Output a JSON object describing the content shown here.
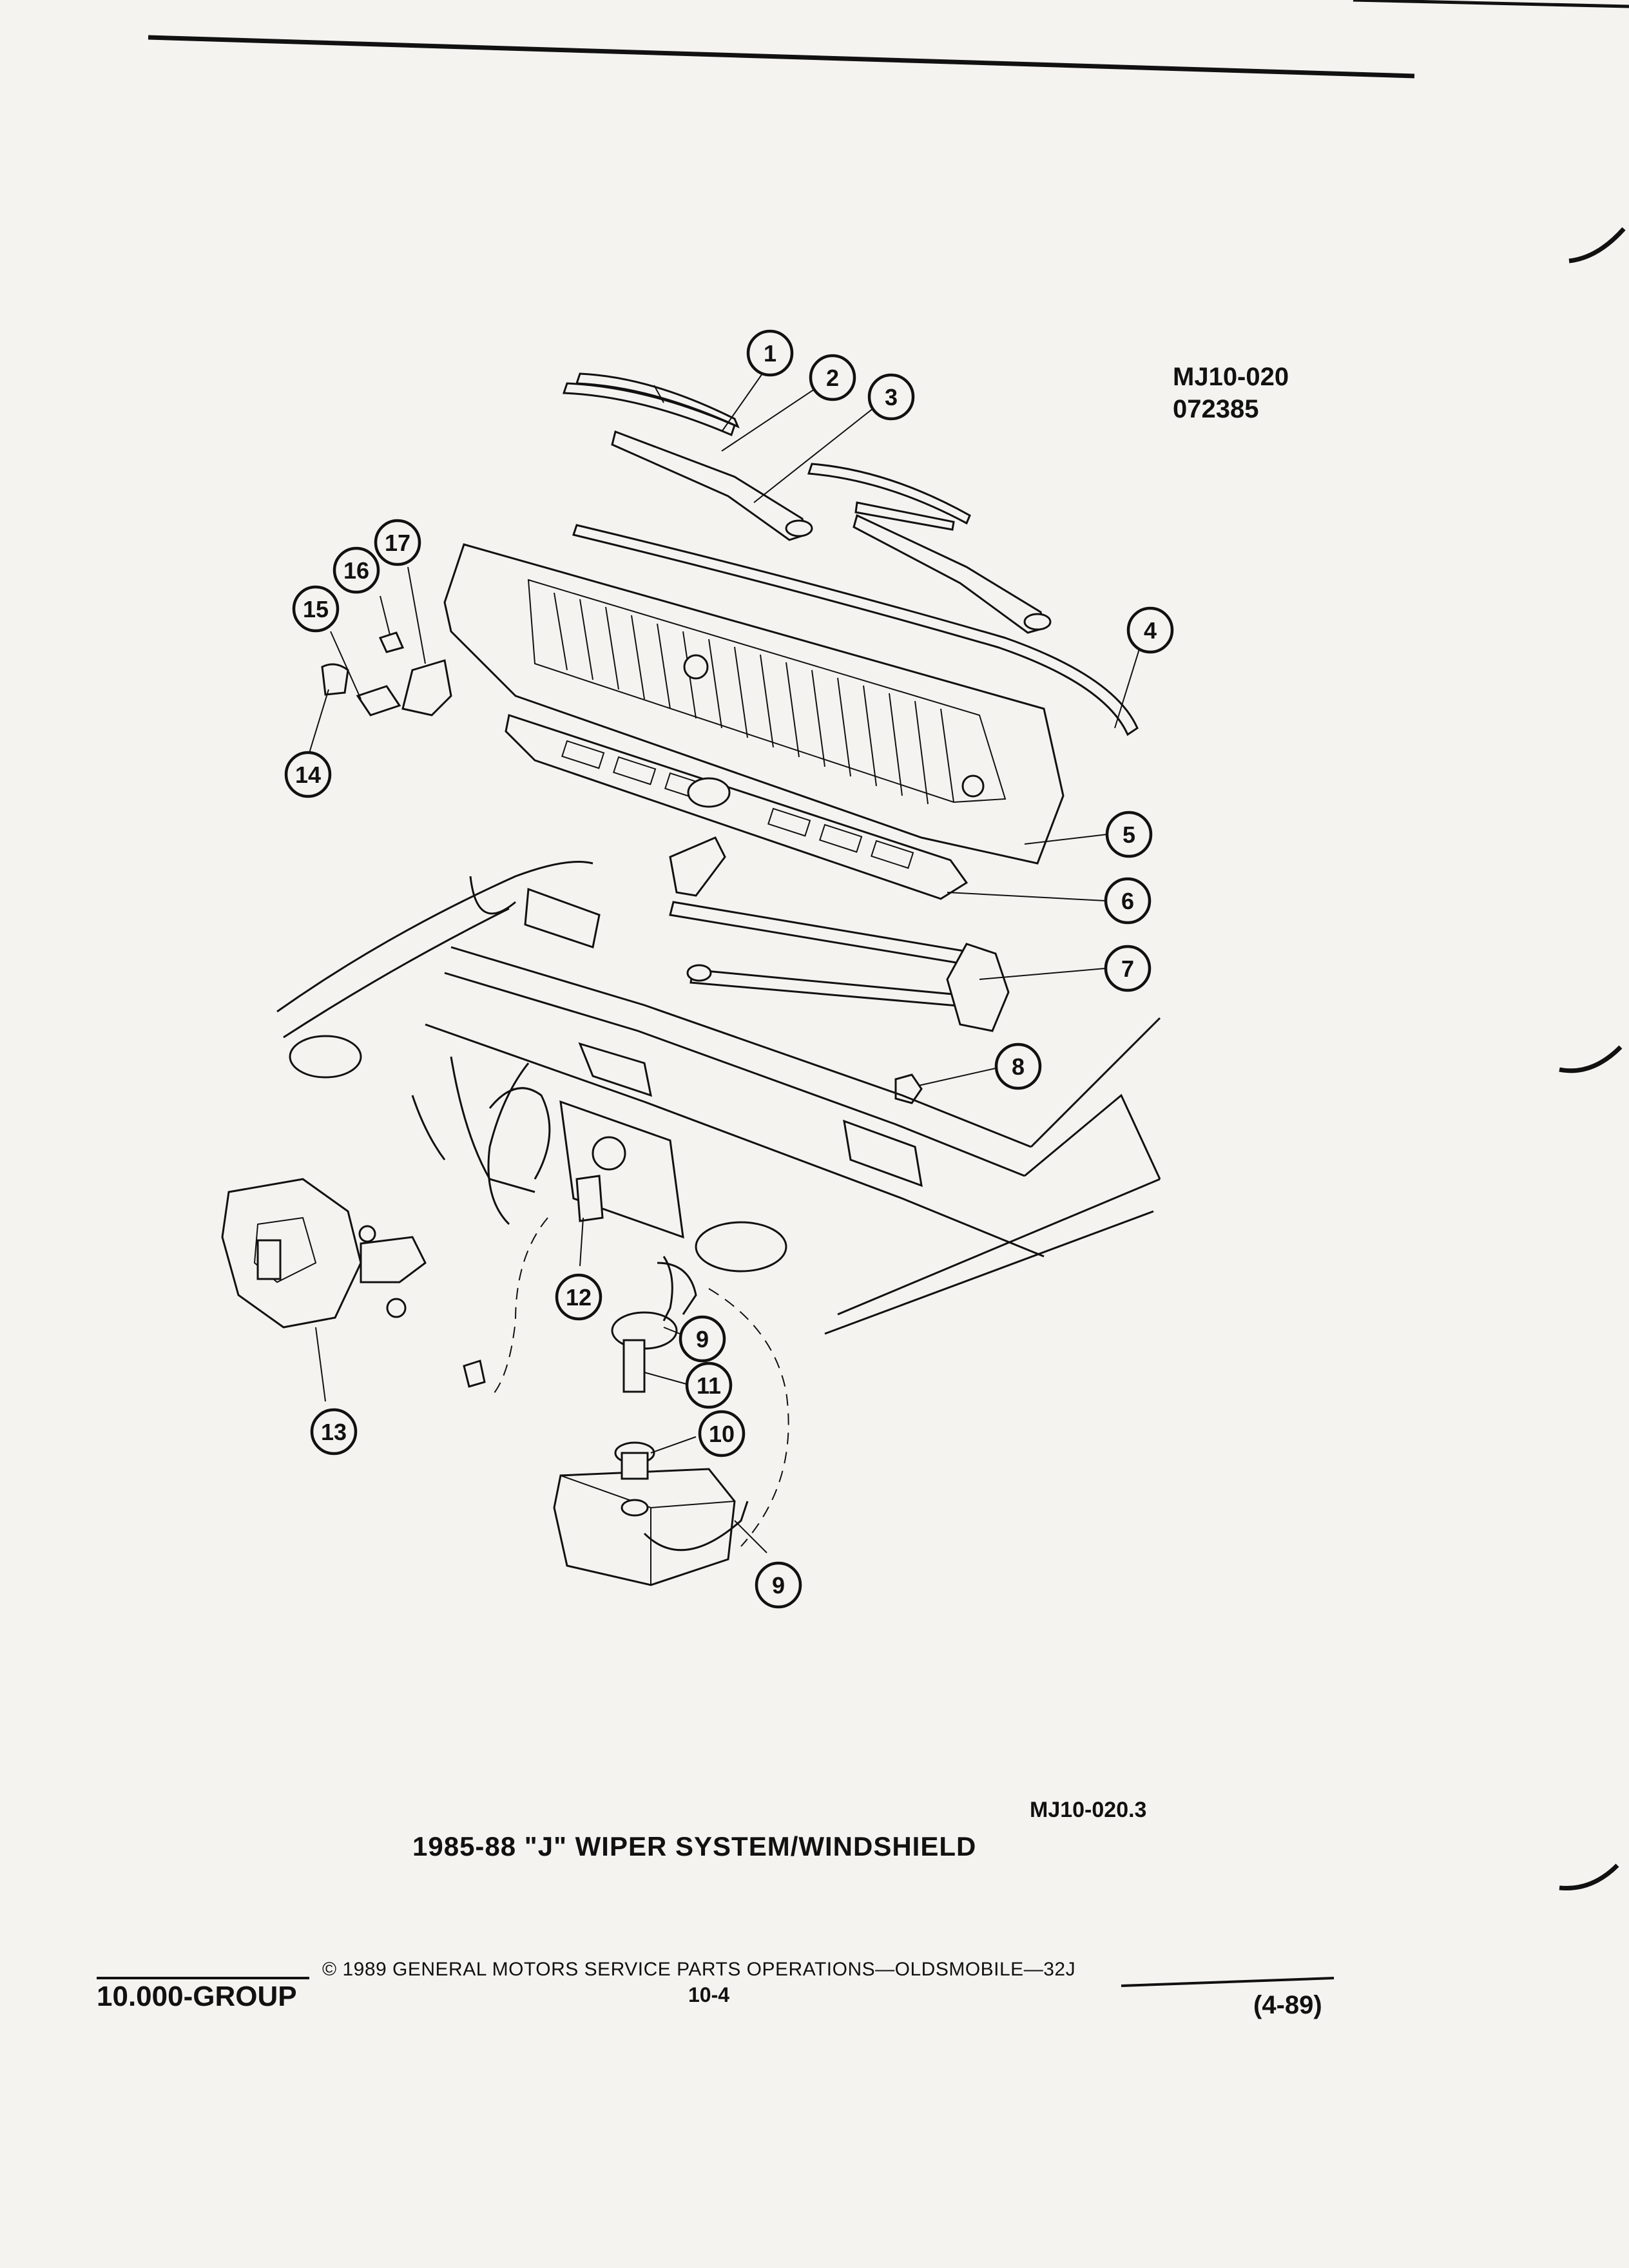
{
  "figure": {
    "code": "MJ10-020",
    "date_code": "072385",
    "subcode": "MJ10-020.3",
    "caption": "1985-88 \"J\" WIPER SYSTEM/WINDSHIELD"
  },
  "callouts": [
    "1",
    "2",
    "3",
    "4",
    "5",
    "6",
    "7",
    "8",
    "9",
    "10",
    "11",
    "12",
    "13",
    "14",
    "15",
    "16",
    "17",
    "9"
  ],
  "footer": {
    "group": "10.000-GROUP",
    "copyright_symbol": "©",
    "copyright": "1989 GENERAL MOTORS SERVICE PARTS OPERATIONS—OLDSMOBILE—32J",
    "page": "10-4",
    "revision": "(4-89)"
  }
}
